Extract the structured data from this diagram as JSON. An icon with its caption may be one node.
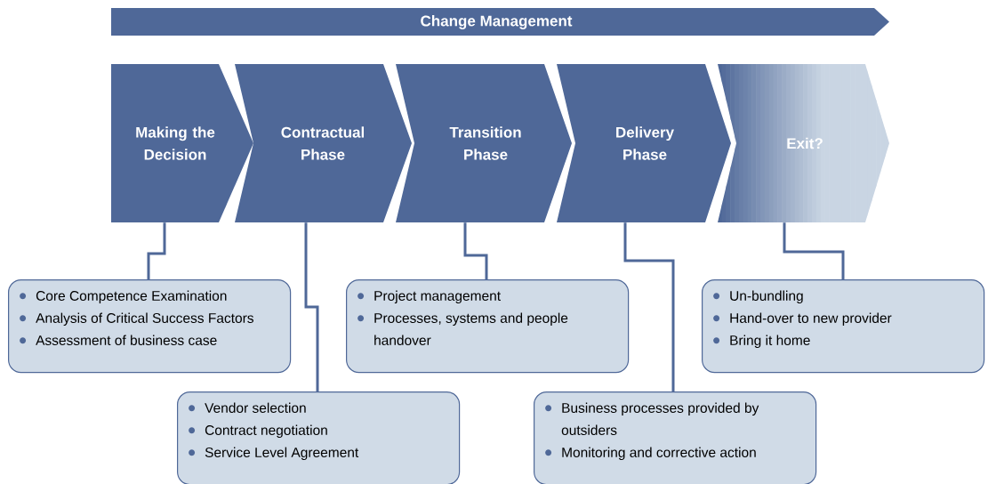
{
  "diagram": {
    "nodes": [
      {
        "text": [
          "Change Management"
        ]
      },
      {
        "text": [
          "Making the Decision"
        ]
      },
      {
        "text": [
          "Contractual Phase"
        ]
      },
      {
        "text": [
          "Transition Phase"
        ]
      },
      {
        "text": [
          "Delivery Phase"
        ]
      },
      {
        "text": [
          "Exit?"
        ]
      },
      {
        "text": [
          "Core Competence Examination",
          "Analysis of Critical Success Factors",
          "Assessment of business case"
        ]
      },
      {
        "text": [
          "Vendor selection",
          "Contract negotiation",
          "Service Level Agreement"
        ]
      },
      {
        "text": [
          "Project management",
          "Processes, systems and people handover"
        ]
      },
      {
        "text": [
          "Business processes provided by outsiders",
          "Monitoring and corrective action"
        ]
      },
      {
        "text": [
          "Un-bundling",
          "Hand-over to new provider",
          "Bring it home"
        ]
      }
    ],
    "edges": [
      {
        "from": 1,
        "to": 6,
        "arrow": "none"
      },
      {
        "from": 2,
        "to": 7,
        "arrow": "none"
      },
      {
        "from": 3,
        "to": 8,
        "arrow": "none"
      },
      {
        "from": 4,
        "to": 9,
        "arrow": "none"
      },
      {
        "from": 5,
        "to": 10,
        "arrow": "none"
      }
    ]
  }
}
